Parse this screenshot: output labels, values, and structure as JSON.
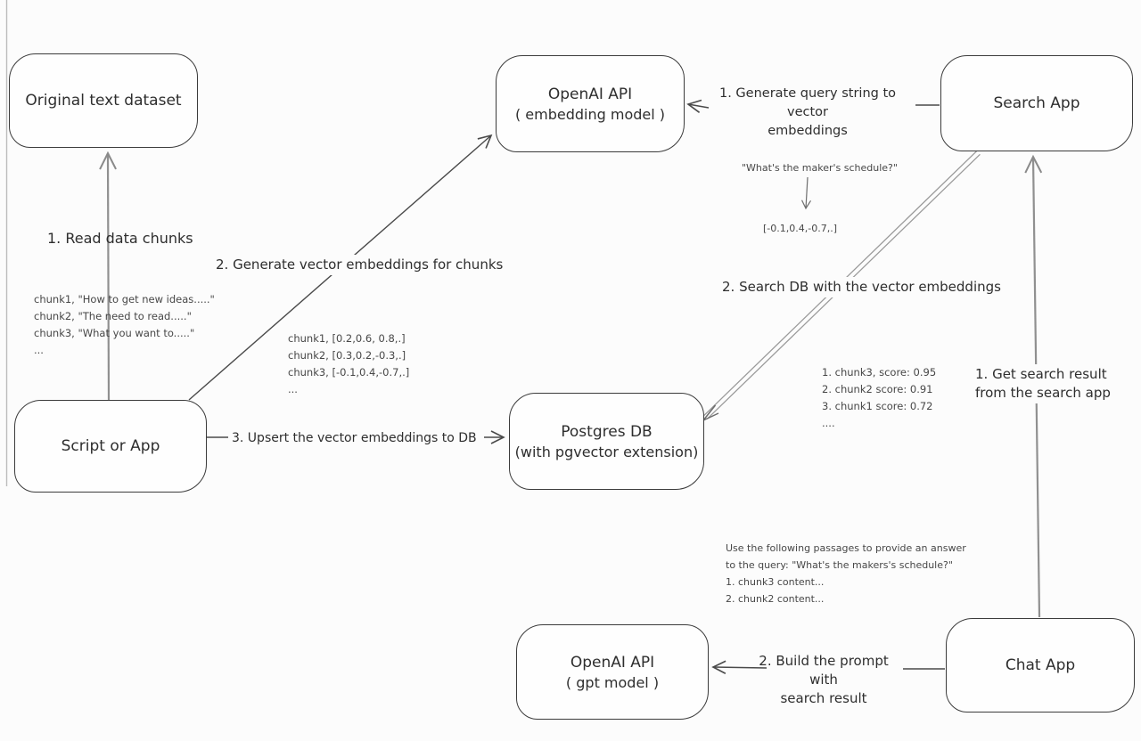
{
  "diagram": {
    "title": "Vector embedding search architecture (RAG) diagram",
    "colors": {
      "background": "#fcfcfc",
      "box_border": "#3b3b3b",
      "arrow_dark": "#4a4a4a",
      "arrow_gray": "#8f8f8f",
      "text_dark": "#2e2e2e",
      "annotation_text": "#474747"
    },
    "nodes": {
      "original": {
        "label": "Original text dataset"
      },
      "embedding_api": {
        "label": "OpenAI API",
        "label2": "( embedding model )"
      },
      "search_app": {
        "label": "Search App"
      },
      "script_app": {
        "label": "Script or App"
      },
      "postgres": {
        "label": "Postgres DB",
        "label2": "(with pgvector extension)"
      },
      "gpt_api": {
        "label": "OpenAI API",
        "label2": "( gpt model )"
      },
      "chat_app": {
        "label": "Chat App"
      }
    },
    "edges": {
      "read_chunks": {
        "label": "1. Read data chunks"
      },
      "generate_embeddings": {
        "label": "2. Generate vector embeddings for chunks"
      },
      "upsert": {
        "label": "3. Upsert the vector embeddings  to DB"
      },
      "query_to_vector": {
        "label_line1": "1. Generate query string to vector",
        "label_line2": "embeddings"
      },
      "search_db": {
        "label": "2. Search DB with the vector embeddings"
      },
      "get_search_result": {
        "label_line1": "1. Get search result",
        "label_line2": "from the search app"
      },
      "build_prompt": {
        "label_line1": "2. Build the prompt with",
        "label_line2": "search result"
      }
    },
    "annotations": {
      "chunks": {
        "line1": "chunk1, \"How to get new ideas.....\"",
        "line2": "chunk2, \"The need to read.....\"",
        "line3": "chunk3, \"What you want to.....\"",
        "line4": "..."
      },
      "embeddings": {
        "line1": "chunk1, [0.2,0.6, 0.8,.]",
        "line2": "chunk2, [0.3,0.2,-0.3,.]",
        "line3": "chunk3, [-0.1,0.4,-0.7,.]",
        "line4": "..."
      },
      "query_example": {
        "query": "\"What's the maker's schedule?\"",
        "vector": "[-0.1,0.4,-0.7,.]"
      },
      "search_scores": {
        "line1": "1. chunk3, score: 0.95",
        "line2": "2. chunk2 score: 0.91",
        "line3": "3. chunk1 score: 0.72",
        "line4": "...."
      },
      "prompt": {
        "line1": "Use the following passages to provide an answer",
        "line2": "to the query: \"What's the makers's schedule?\"",
        "line3": "1. chunk3 content...",
        "line4": "2. chunk2 content..."
      }
    }
  }
}
